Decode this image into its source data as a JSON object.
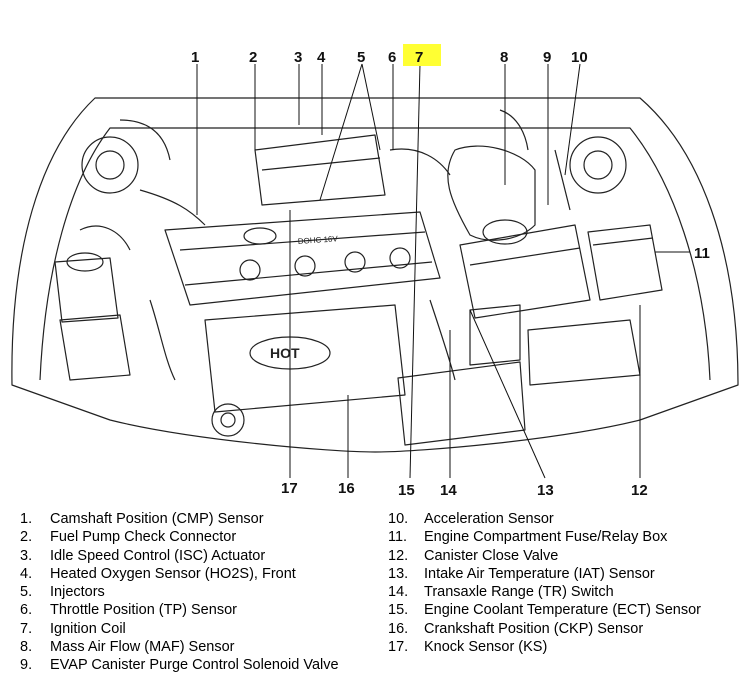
{
  "highlight_color": "#ffff33",
  "callouts": [
    "1",
    "2",
    "3",
    "4",
    "5",
    "6",
    "7",
    "8",
    "9",
    "10",
    "11",
    "12",
    "13",
    "14",
    "15",
    "16",
    "17"
  ],
  "highlighted_callout": "7",
  "engine_markings": {
    "dohc": "DOHC 16V",
    "hot": "HOT"
  },
  "legend": {
    "left": [
      {
        "num": "1.",
        "text": "Camshaft Position (CMP) Sensor"
      },
      {
        "num": "2.",
        "text": "Fuel Pump Check Connector"
      },
      {
        "num": "3.",
        "text": "Idle Speed Control (ISC) Actuator"
      },
      {
        "num": "4.",
        "text": "Heated Oxygen Sensor (HO2S), Front"
      },
      {
        "num": "5.",
        "text": "Injectors"
      },
      {
        "num": "6.",
        "text": "Throttle Position (TP) Sensor"
      },
      {
        "num": "7.",
        "text": "Ignition Coil"
      },
      {
        "num": "8.",
        "text": "Mass Air Flow (MAF) Sensor"
      },
      {
        "num": "9.",
        "text": "EVAP Canister Purge Control Solenoid Valve"
      }
    ],
    "right": [
      {
        "num": "10.",
        "text": "Acceleration Sensor"
      },
      {
        "num": "11.",
        "text": "Engine Compartment Fuse/Relay Box"
      },
      {
        "num": "12.",
        "text": "Canister Close Valve"
      },
      {
        "num": "13.",
        "text": "Intake Air Temperature (IAT) Sensor"
      },
      {
        "num": "14.",
        "text": "Transaxle Range (TR) Switch"
      },
      {
        "num": "15.",
        "text": "Engine Coolant Temperature (ECT) Sensor"
      },
      {
        "num": "16.",
        "text": "Crankshaft Position (CKP) Sensor"
      },
      {
        "num": "17.",
        "text": "Knock Sensor (KS)"
      }
    ]
  }
}
